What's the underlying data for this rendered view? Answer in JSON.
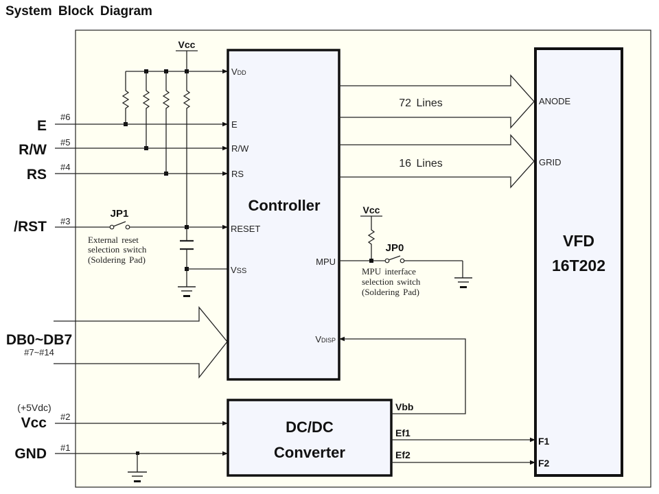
{
  "title": "System Block Diagram",
  "colors": {
    "frame_fill": "#fffff2",
    "block_fill": "#f4f6fd",
    "line": "#222222"
  },
  "left_pins": [
    {
      "name": "E",
      "pin": "#6"
    },
    {
      "name": "R/W",
      "pin": "#5"
    },
    {
      "name": "RS",
      "pin": "#4"
    },
    {
      "name": "/RST",
      "pin": "#3"
    },
    {
      "name": "DB0~DB7",
      "pin": "#7~#14"
    },
    {
      "name": "Vcc",
      "pin": "#2",
      "note": "(+5Vdc)"
    },
    {
      "name": "GND",
      "pin": "#1"
    }
  ],
  "vcc_top": "Vcc",
  "vcc_mpu": "Vcc",
  "controller": {
    "title": "Controller",
    "ports": {
      "vdd_main": "V",
      "vdd_sub": "DD",
      "e": "E",
      "rw": "R/W",
      "rs": "RS",
      "reset": "RESET",
      "vss_main": "V",
      "vss_sub": "SS",
      "mpu": "MPU",
      "vdisp_main": "V",
      "vdisp_sub": "DISP"
    }
  },
  "jp1": {
    "label": "JP1",
    "note": [
      "External reset",
      "selection switch",
      "(Soldering Pad)"
    ]
  },
  "jp0": {
    "label": "JP0",
    "note": [
      "MPU interface",
      "selection switch",
      "(Soldering Pad)"
    ]
  },
  "buses": [
    {
      "label": "72  Lines",
      "target": "ANODE"
    },
    {
      "label": "16  Lines",
      "target": "GRID"
    }
  ],
  "vfd": {
    "title_line1": "VFD",
    "title_line2": "16T202",
    "ports": {
      "anode": "ANODE",
      "grid": "GRID",
      "f1": "F1",
      "f2": "F2"
    }
  },
  "dcdc": {
    "title_line1": "DC/DC",
    "title_line2": "Converter",
    "outputs": {
      "vbb": "Vbb",
      "ef1": "Ef1",
      "ef2": "Ef2"
    }
  }
}
